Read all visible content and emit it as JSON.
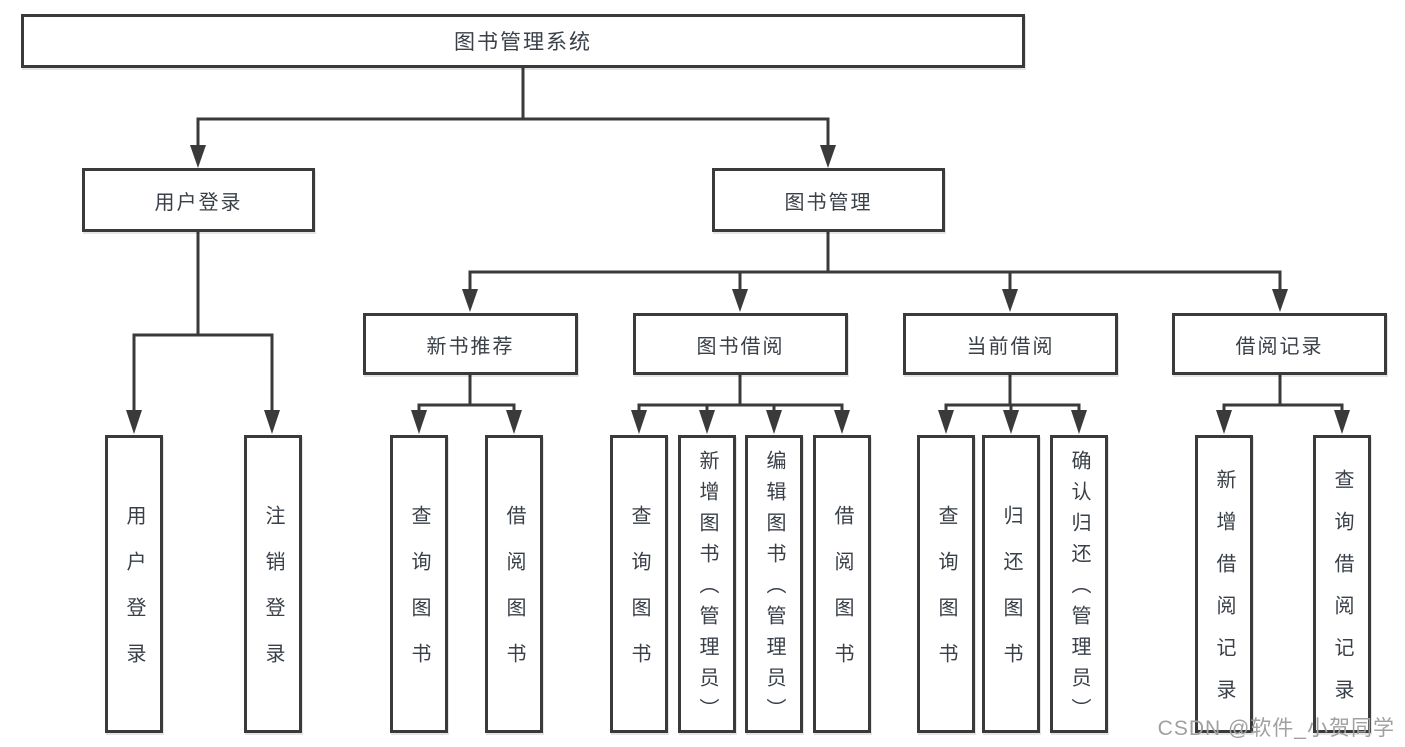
{
  "diagram": {
    "root": "图书管理系统",
    "branches": [
      {
        "label": "用户登录",
        "children": [
          "用户登录",
          "注销登录"
        ]
      },
      {
        "label": "图书管理",
        "modules": [
          {
            "label": "新书推荐",
            "children": [
              "查询图书",
              "借阅图书"
            ]
          },
          {
            "label": "图书借阅",
            "children": [
              "查询图书",
              "新增图书（管理员）",
              "编辑图书（管理员）",
              "借阅图书"
            ]
          },
          {
            "label": "当前借阅",
            "children": [
              "查询图书",
              "归还图书",
              "确认归还（管理员）"
            ]
          },
          {
            "label": "借阅记录",
            "children": [
              "新增借阅记录",
              "查询借阅记录"
            ]
          }
        ]
      }
    ]
  },
  "colors": {
    "line": "#3a3a3a",
    "node_text": "#3a4048",
    "watermark": "#a0a0a0",
    "background": "#ffffff"
  },
  "watermark": "CSDN @软件_小贺同学"
}
